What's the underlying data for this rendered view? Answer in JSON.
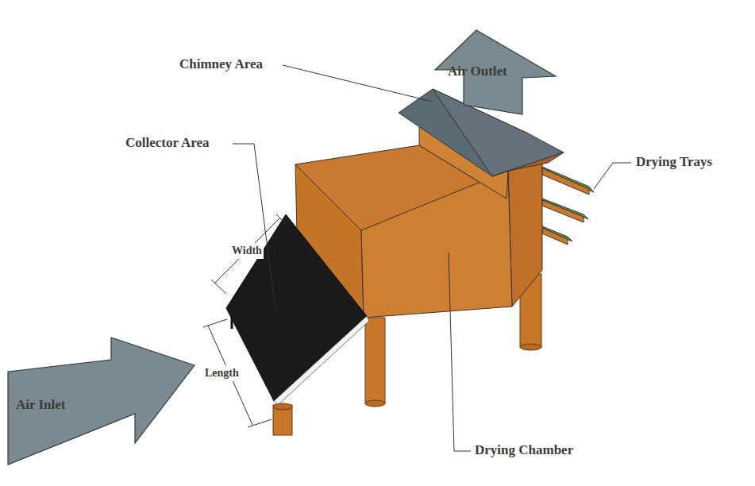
{
  "diagram": {
    "nodes": [
      {
        "text": [
          "Air Outlet"
        ]
      },
      {
        "text": [
          "Air Inlet"
        ]
      }
    ],
    "labels": [
      "Chimney Area",
      "Collector Area",
      "Drying Trays",
      "Width",
      "Length",
      "Drying Chamber"
    ]
  }
}
